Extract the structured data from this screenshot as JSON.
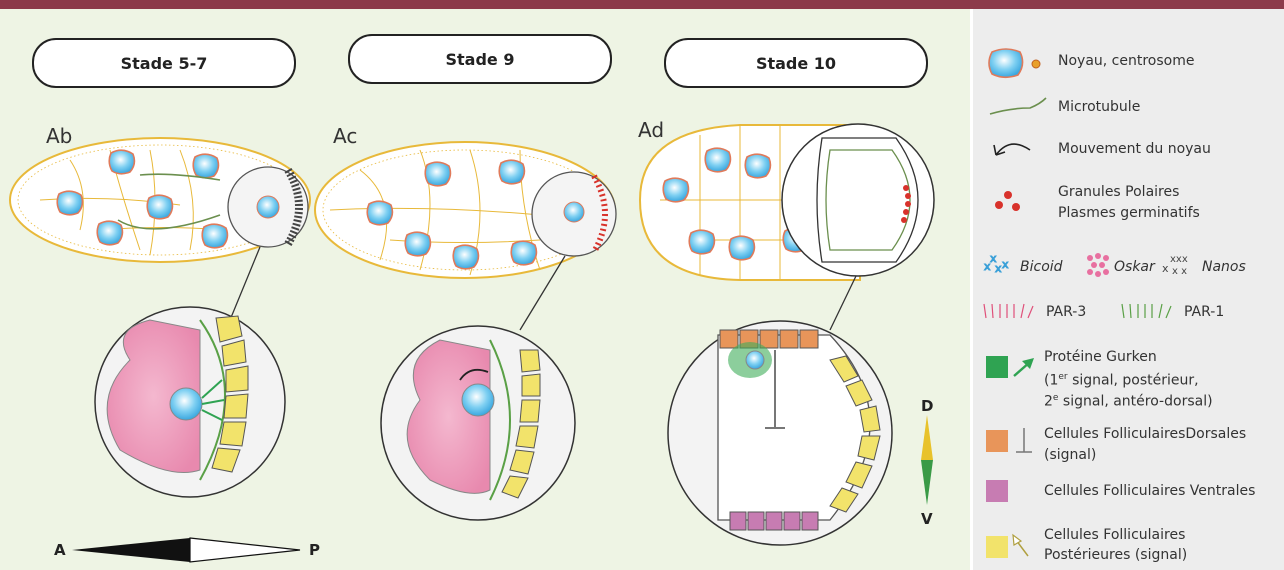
{
  "stages": [
    {
      "title": "Stade 5-7",
      "label": "Ab"
    },
    {
      "title": "Stade 9",
      "label": "Ac"
    },
    {
      "title": "Stade 10",
      "label": "Ad"
    }
  ],
  "axes": {
    "ap_left": "A",
    "ap_right": "P",
    "dv_top": "D",
    "dv_bottom": "V"
  },
  "legend": {
    "noyau": "Noyau, centrosome",
    "microtubule": "Microtubule",
    "mouvement": "Mouvement du noyau",
    "granules_line1": "Granules Polaires",
    "granules_line2": "Plasmes germinatifs",
    "bicoid": "Bicoid",
    "oskar": "Oskar",
    "nanos": "Nanos",
    "par3": "PAR-3",
    "par1": "PAR-1",
    "gurken_line1": "Protéine Gurken",
    "gurken_line2_pre": "(1",
    "gurken_line2_sup": "er",
    "gurken_line2_post": " signal, postérieur,",
    "gurken_line3_pre": "2",
    "gurken_line3_sup": "e",
    "gurken_line3_post": " signal, antéro-dorsal)",
    "dorsales_line1": "Cellules FolliculairesDorsales",
    "dorsales_line2": "(signal)",
    "ventrales": "Cellules Folliculaires Ventrales",
    "posterieures_line1": "Cellules Folliculaires",
    "posterieures_line2": "Postérieures (signal)"
  },
  "colors": {
    "nucleus": "#6cc6ee",
    "nucleus_rim": "#e07a5a",
    "cell_outline": "#e8b93a",
    "microtubule": "#6b8f4e",
    "granule": "#d8322b",
    "bicoid": "#3aa0d8",
    "oskar": "#e870a0",
    "par3": "#e0507a",
    "par1": "#5aa046",
    "gurken": "#2fa352",
    "dorsal": "#e8955a",
    "ventral": "#c77cb2",
    "posterior": "#f2e36b",
    "top_bar": "#8c3a4a"
  }
}
